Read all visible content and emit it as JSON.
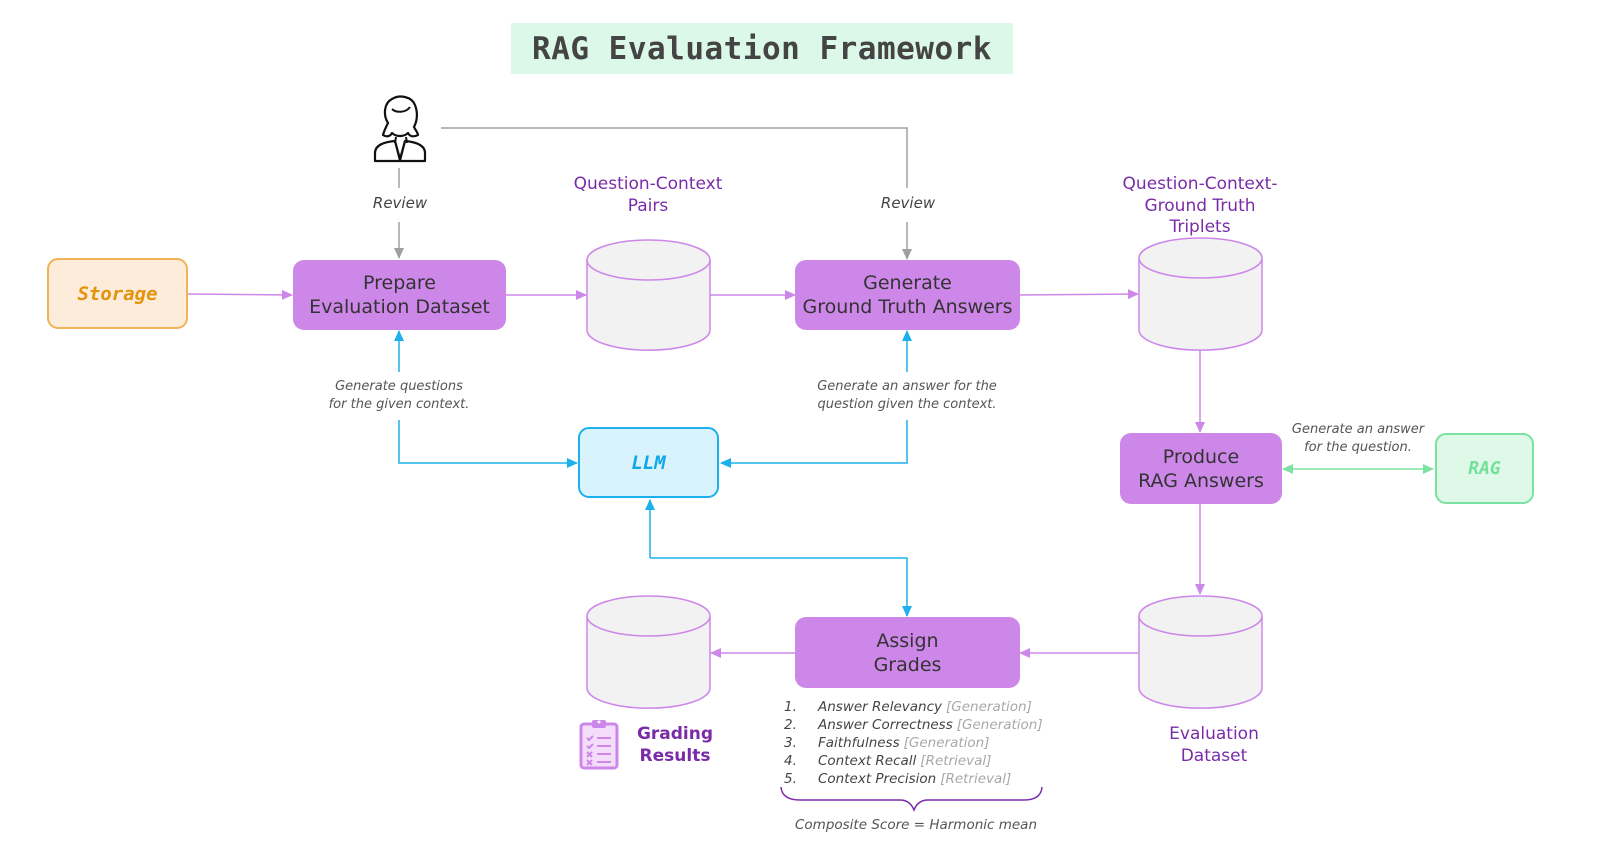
{
  "title": "RAG Evaluation Framework",
  "colors": {
    "process_fill": "#cd87e9",
    "purple_text": "#7a2ca8",
    "llm_accent": "#1cb0ec",
    "rag_accent": "#7be2a1",
    "storage_accent": "#f0b356",
    "review_line": "#a0a0a0",
    "title_bg": "#dcf8e8"
  },
  "nodes": {
    "storage": {
      "label": "Storage"
    },
    "llm": {
      "label": "LLM"
    },
    "rag": {
      "label": "RAG"
    },
    "prepare": {
      "line1": "Prepare",
      "line2": "Evaluation Dataset"
    },
    "generate": {
      "line1": "Generate",
      "line2": "Ground Truth Answers"
    },
    "produce": {
      "line1": "Produce",
      "line2": "RAG Answers"
    },
    "assign": {
      "line1": "Assign",
      "line2": "Grades"
    }
  },
  "datastores": {
    "qc_pairs": {
      "line1": "Question-Context",
      "line2": "Pairs"
    },
    "qcg_triplets": {
      "line1": "Question-Context-",
      "line2": "Ground Truth",
      "line3": "Triplets"
    },
    "eval_dataset": {
      "line1": "Evaluation",
      "line2": "Dataset"
    },
    "grading_results": {
      "line1": "Grading",
      "line2": "Results"
    }
  },
  "annotations": {
    "review_1": "Review",
    "review_2": "Review",
    "gen_questions": {
      "line1": "Generate questions",
      "line2": "for the given context."
    },
    "gen_answer_context": {
      "line1": "Generate an answer for the",
      "line2": "question given the context."
    },
    "gen_answer_question": {
      "line1": "Generate an answer",
      "line2": "for the question."
    }
  },
  "metrics": [
    {
      "num": "1.",
      "name": "Answer Relevancy",
      "category": "[Generation]"
    },
    {
      "num": "2.",
      "name": "Answer Correctness",
      "category": "[Generation]"
    },
    {
      "num": "3.",
      "name": "Faithfulness",
      "category": "[Generation]"
    },
    {
      "num": "4.",
      "name": "Context Recall",
      "category": "[Retrieval]"
    },
    {
      "num": "5.",
      "name": "Context Precision",
      "category": "[Retrieval]"
    }
  ],
  "composite_score": "Composite Score = Harmonic mean",
  "icons": {
    "reviewer": "person-icon",
    "grading": "clipboard-checklist-icon",
    "datastore": "database-cylinder-icon"
  }
}
